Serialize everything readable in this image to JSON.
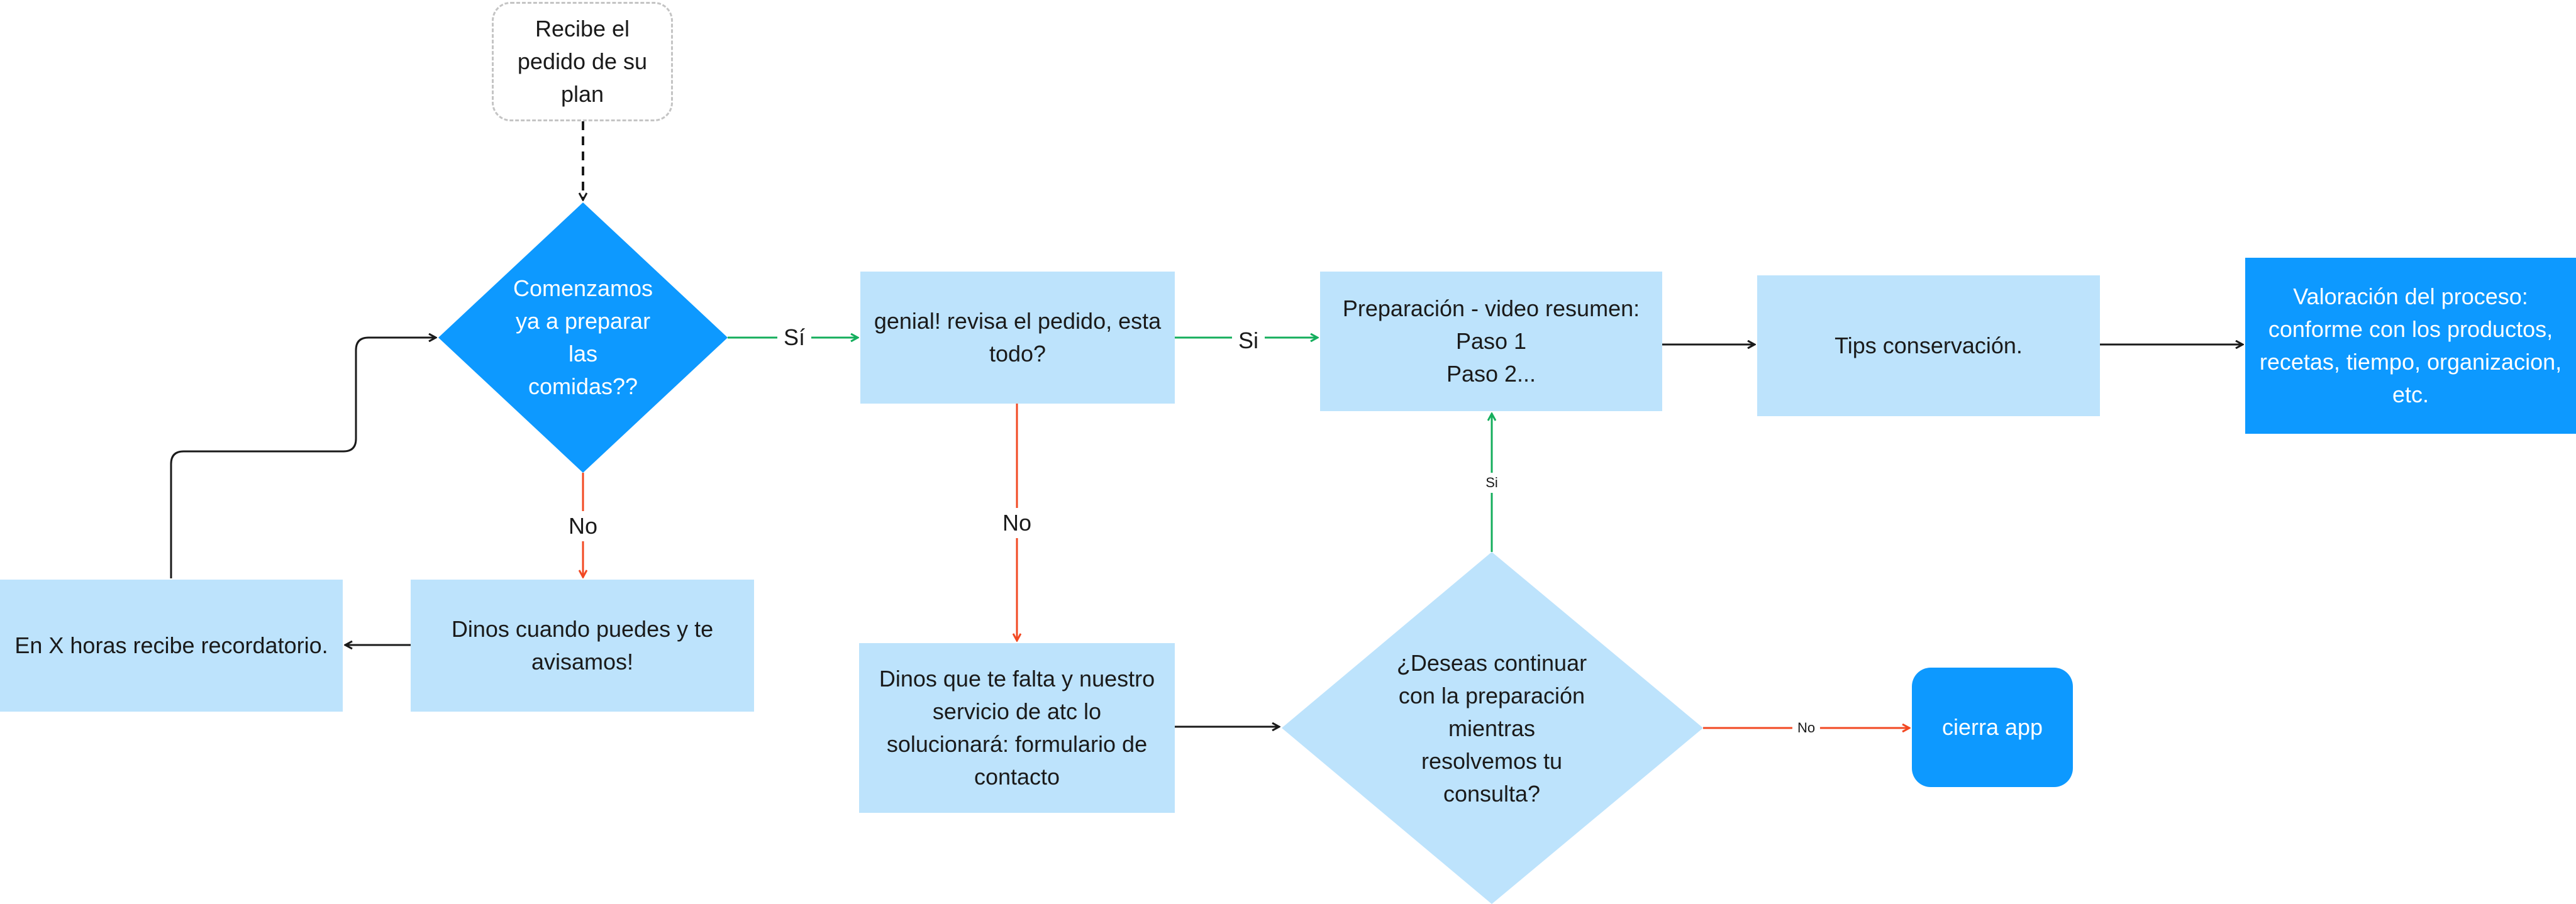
{
  "colors": {
    "light_fill": "#bde3fc",
    "dark_fill": "#0d99ff",
    "yes_edge": "#14ae5c",
    "no_edge": "#f24822",
    "plain_edge": "#1a1a1a"
  },
  "nodes": {
    "start": "Recibe el\npedido de su\nplan",
    "q_comenzamos": "Comenzamos\nya a preparar\nlas\ncomidas??",
    "genial": "genial! revisa el pedido, esta\ntodo?",
    "preparacion": "Preparación - video resumen:\nPaso 1\nPaso 2...",
    "tips": "Tips conservación.",
    "valoracion": "Valoración del proceso:\nconforme con los productos,\nrecetas, tiempo, organizacion,\netc.",
    "dinos_cuando": "Dinos cuando puedes y te\navisamos!",
    "recordatorio": "En X horas recibe recordatorio.",
    "dinos_falta": "Dinos que te falta y nuestro\nservicio de atc lo\nsolucionará: formulario de\ncontacto",
    "q_continuar": "¿Deseas continuar\ncon la preparación\nmientras\nresolvemos tu\nconsulta?",
    "cierra": "cierra app"
  },
  "edge_labels": {
    "si_1": "Sí",
    "si_2": "Si",
    "no_1": "No",
    "no_2": "No",
    "si_3": "Si",
    "no_3": "No"
  }
}
